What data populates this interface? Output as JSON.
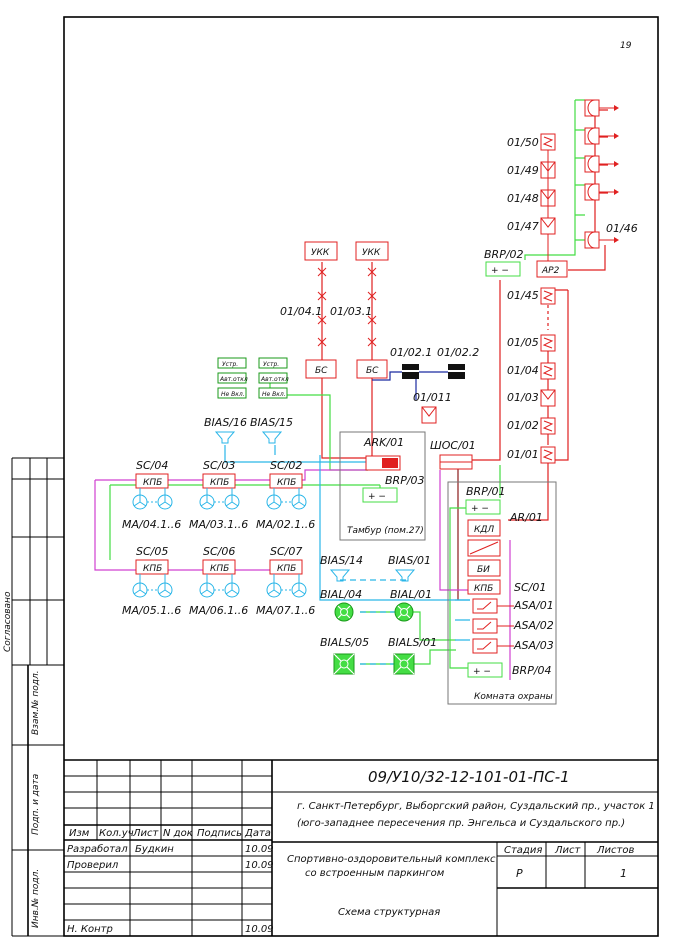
{
  "page_number": "19",
  "units": {
    "ukk_left": "УКК",
    "ukk_right": "УКК",
    "bs_left": "БС",
    "bs_right": "БС",
    "link_left": "01/04.1",
    "link_right": "01/03.1",
    "cam_left": "01/02.1",
    "cam_right": "01/02.2",
    "det_011": "01/011",
    "ark": "ARK/01",
    "brp03": "BRP/03",
    "tambour": "Тамбур (пом.27)",
    "shos": "ШОС/01",
    "brp02": "BRP/02",
    "ap2": "AP2",
    "n50": "01/50",
    "n49": "01/49",
    "n48": "01/48",
    "n47": "01/47",
    "n46": "01/46",
    "n45": "01/45",
    "n05": "01/05",
    "n04": "01/04",
    "n03": "01/03",
    "n02": "01/02",
    "n01": "01/01",
    "green_tags": [
      "Устр.",
      "Устр.",
      "Авт.откл",
      "Авт.откл",
      "Не Вкл.",
      "Не Вкл."
    ],
    "bias16": "BIAS/16",
    "bias15": "BIAS/15",
    "sc04": "SC/04",
    "sc03": "SC/03",
    "sc02": "SC/02",
    "sc05": "SC/05",
    "sc06": "SC/06",
    "sc07": "SC/07",
    "kpb": "КПБ",
    "ma04": "MA/04.1..6",
    "ma03": "MA/03.1..6",
    "ma02": "MA/02.1..6",
    "ma05": "MA/05.1..6",
    "ma06": "MA/06.1..6",
    "ma07": "MA/07.1..6",
    "bias14": "BIAS/14",
    "bias01": "BIAS/01",
    "bial04": "BIAL/04",
    "bial01": "BIAL/01",
    "bials05": "BIALS/05",
    "bials01": "BIALS/01",
    "brp01": "BRP/01",
    "ar01": "AR/01",
    "kdl": "КДЛ",
    "bi": "БИ",
    "sc01": "SC/01",
    "asa01": "ASA/01",
    "asa02": "ASA/02",
    "asa03": "ASA/03",
    "brp04": "BRP/04",
    "room": "Комната охраны"
  },
  "side_labels": {
    "agreed": "Согласовано",
    "inv_replace": "Взам.№ подл.",
    "sign_date": "Подп. и дата",
    "inv_orig": "Инв.№ подл."
  },
  "title_block": {
    "doc_code": "09/У10/32-12-101-01-ПС-1",
    "address_line1": "г. Санкт-Петербург, Выборгский район, Суздальский пр., участок 1",
    "address_line2": "(юго-западнее пересечения пр. Энгельса и  Суздальского пр.)",
    "col_izm": "Изм",
    "col_kol": "Кол.уч",
    "col_list": "Лист",
    "col_ndok": "N док",
    "col_podpis": "Подпись",
    "col_data": "Дата",
    "row1_role": "Разработал",
    "row1_name": "Будкин",
    "row1_date": "10.09",
    "row2_role": "Проверил",
    "row2_date": "10.09",
    "row3_role": "Н. Контр",
    "row3_date": "10.09",
    "object_line1": "Спортивно-оздоровительный комплекс",
    "object_line2": "со встроенным паркингом",
    "stage_hdr": "Стадия",
    "sheet_hdr": "Лист",
    "sheets_hdr": "Листов",
    "stage": "Р",
    "sheets": "1",
    "drawing_title": "Схема структурная"
  }
}
